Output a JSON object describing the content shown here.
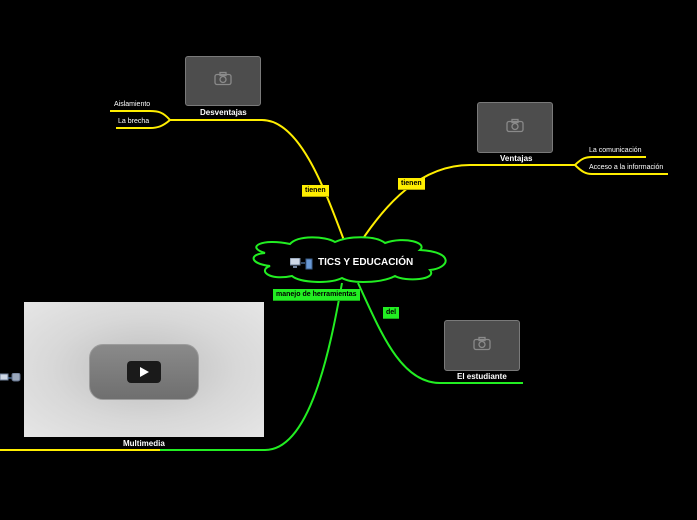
{
  "central": {
    "title": "TICS Y EDUCACIÓN"
  },
  "topics": {
    "desventajas": {
      "label": "Desventajas",
      "connector": "tienen",
      "children": [
        "Aislamiento",
        "La brecha"
      ]
    },
    "ventajas": {
      "label": "Ventajas",
      "connector": "tienen",
      "children": [
        "La comunicación",
        "Acceso a la información"
      ]
    },
    "estudiante": {
      "label": "El estudiante",
      "connector": "del"
    },
    "multimedia": {
      "label": "Multimedia",
      "connector": "manejo de herramientas"
    }
  },
  "colors": {
    "yellow_branch": "#ffee00",
    "green_branch": "#22ee22",
    "background": "#000000"
  },
  "icons": [
    "camera-icon",
    "computer-network-icon",
    "play-icon"
  ]
}
